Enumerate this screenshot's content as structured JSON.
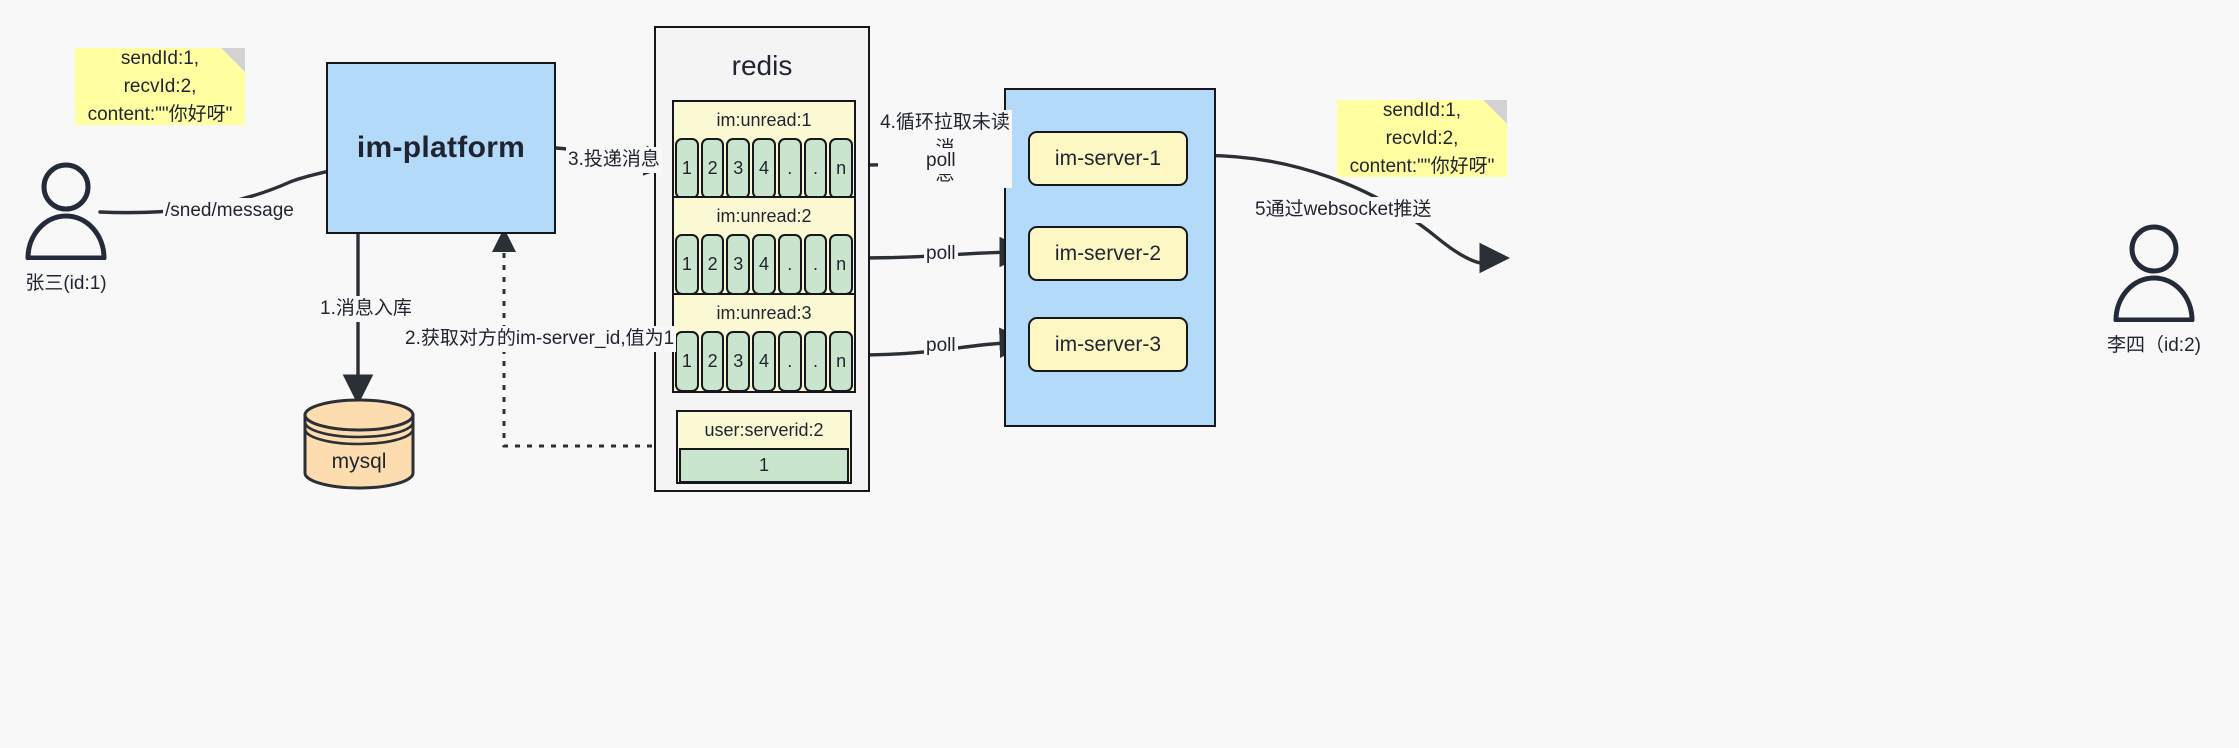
{
  "diagram": {
    "title_nodes": {
      "platform": "im-platform",
      "redis": "redis",
      "mysql": "mysql"
    },
    "notes": [
      {
        "id": "note-left",
        "text": "sendId:1,\nrecvId:2,\ncontent:\"\"你好呀\""
      },
      {
        "id": "note-right",
        "text": "sendId:1,\nrecvId:2,\ncontent:\"\"你好呀\""
      }
    ],
    "actors": [
      {
        "id": "actor-sender",
        "label": "张三(id:1)"
      },
      {
        "id": "actor-receiver",
        "label": "李四（id:2)"
      }
    ],
    "redis_keys": [
      {
        "key": "im:unread:1",
        "cells": [
          "1",
          "2",
          "3",
          "4",
          ".",
          ".",
          "n"
        ]
      },
      {
        "key": "im:unread:2",
        "cells": [
          "1",
          "2",
          "3",
          "4",
          ".",
          ".",
          "n"
        ]
      },
      {
        "key": "im:unread:3",
        "cells": [
          "1",
          "2",
          "3",
          "4",
          ".",
          ".",
          "n"
        ]
      },
      {
        "key": "user:serverid:2",
        "cells": [
          "1"
        ]
      }
    ],
    "servers": [
      {
        "label": "im-server-1"
      },
      {
        "label": "im-server-2"
      },
      {
        "label": "im-server-3"
      }
    ],
    "edge_labels": {
      "send_message": "/sned/message",
      "step1": "1.消息入库",
      "step2": "2.获取对方的im-server_id,值为1",
      "step3": "3.投递消息",
      "step4": "4.循环拉取未读消\n息",
      "step5": "5通过websocket推送",
      "poll1": "poll",
      "poll2": "poll",
      "poll3": "poll"
    },
    "colors": {
      "background": "#f8f8f8",
      "note_yellow": "#ffffa1",
      "box_blue": "#b4dafa",
      "pill_yellow": "#fdf7c3",
      "cell_green": "#c9e5ce",
      "key_head_yellow": "#fbf8d4",
      "cylinder_orange": "#fdddb0",
      "stroke": "#15171c",
      "actor_stroke": "#232b3b"
    }
  }
}
